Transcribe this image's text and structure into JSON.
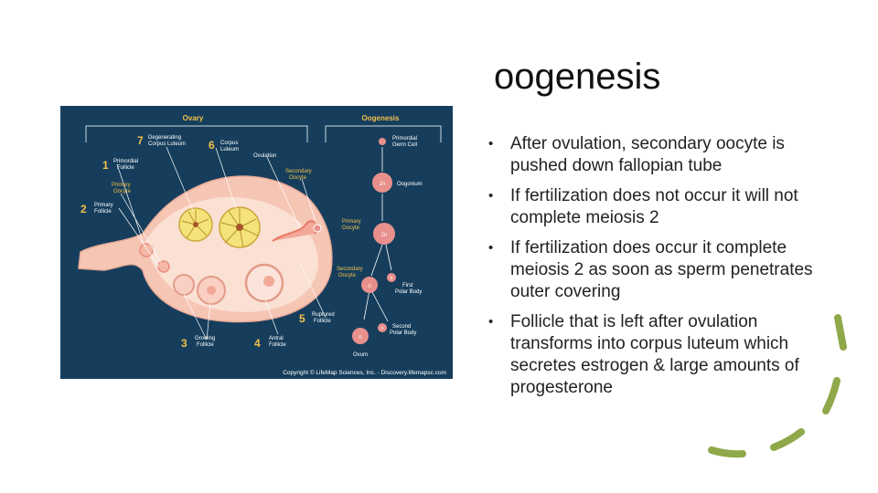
{
  "slide": {
    "title": "oogenesis",
    "bullets": [
      "After ovulation, secondary oocyte is pushed down fallopian tube",
      "If fertilization does not occur it will not complete meiosis 2",
      "If fertilization does occur it complete meiosis 2 as soon as sperm penetrates outer covering",
      "Follicle that is left after ovulation transforms into corpus luteum which secretes estrogen & large amounts of progesterone"
    ]
  },
  "figure": {
    "ovary_heading": "Ovary",
    "oogenesis_heading": "Oogenesis",
    "labels": {
      "n1": "1",
      "primordial_follicle": [
        "Primordial",
        "Follicle"
      ],
      "n2": "2",
      "primary_follicle": [
        "Primary",
        "Follicle"
      ],
      "primary_oocyte_left": [
        "Primary",
        "Oocyte"
      ],
      "n3": "3",
      "growing_follicle": [
        "Growing",
        "Follicle"
      ],
      "n4": "4",
      "antral_follicle": [
        "Antral",
        "Follicle"
      ],
      "n5": "5",
      "ruptured_follicle": [
        "Ruptured",
        "Follicle"
      ],
      "n6": "6",
      "corpus_luteum": [
        "Corpus",
        "Luteum"
      ],
      "n7": "7",
      "degenerating_corpus_luteum": [
        "Degenerating",
        "Corpus Luteum"
      ],
      "ovulation": "Ovulation",
      "secondary_oocyte_top": [
        "Secondary",
        "Oocyte"
      ],
      "primordial_germ_cell": [
        "Primordial",
        "Germ Cell"
      ],
      "oogonium": "Oogonium",
      "primary_oocyte_right": [
        "Primary",
        "Oocyte"
      ],
      "secondary_oocyte_right": [
        "Secondary",
        "Oocyte"
      ],
      "first_polar_body": [
        "First",
        "Polar Body"
      ],
      "second_polar_body": [
        "Second",
        "Polar Body"
      ],
      "ovum": "Ovum",
      "cell_2n": "2n",
      "cell_n": "n",
      "copyright": "Copyright © LifeMap Sciences, Inc. - Discovery.lifemapsc.com"
    }
  },
  "colors": {
    "figure_bg": "#163e5c",
    "label_gold": "#f2c04a",
    "number_gold": "#f2c04a",
    "ovary_pink": "#f6c6b4",
    "cell_pink": "#e8908c",
    "deco_green": "#8fa84a"
  }
}
